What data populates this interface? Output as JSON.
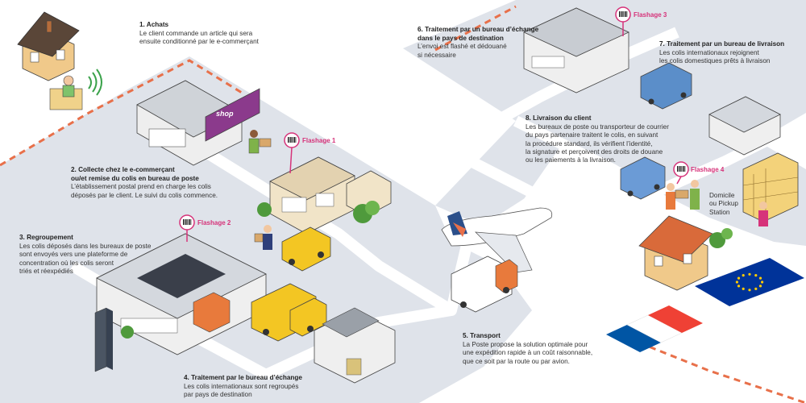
{
  "steps": [
    {
      "title": "1. Achats",
      "body": "Le client commande un article qui sera\nensuite conditionné par le e-commerçant"
    },
    {
      "title": "2. Collecte chez le e-commerçant\nou/et remise du colis en bureau de poste",
      "body": "L’établissement postal prend en charge les colis\ndéposés par le client. Le suivi du colis commence."
    },
    {
      "title": "3.  Regroupement",
      "body": "Les colis déposés dans les bureaux de poste\nsont envoyés vers une plateforme de\nconcentration où les colis seront\ntriés et réexpédiés"
    },
    {
      "title": "4. Traitement par le bureau d’échange",
      "body": "Les colis internationaux sont regroupés\npar pays de destination"
    },
    {
      "title": "5. Transport",
      "body": "La Poste propose la solution optimale pour\nune expédition rapide à un coût raisonnable,\nque ce soit par la route ou par avion."
    },
    {
      "title": "6. Traitement par un bureau d’échange\ndans le pays de destination",
      "body": "L’envoi est flashé et dédouané\nsi nécessaire"
    },
    {
      "title": "7. Traitement par un bureau de livraison",
      "body": "Les colis internationaux rejoignent\nles colis domestiques prêts à livraison"
    },
    {
      "title": "8. Livraison du client",
      "body": "Les bureaux de poste ou transporteur de courrier\ndu pays partenaire traitent le colis, en suivant\nla procédure standard, ils vérifient l’identité,\nla signature et perçoivent des droits de douane\nou les paiements à la livraison."
    }
  ],
  "flashages": [
    "Flashage 1",
    "Flashage 2",
    "Flashage 3",
    "Flashage 4"
  ],
  "shop_sign": "shop",
  "pickup_label": "Domicile\nou Pickup\nStation",
  "colors": {
    "road": "#dfe3ea",
    "road_edge": "#ffffff",
    "border_dash": "#e8704a",
    "flash_pink": "#d6337a",
    "poste_yellow": "#f3c623",
    "eu_blue": "#003399",
    "eu_star": "#ffcc00",
    "fr_blue": "#0055a4",
    "fr_red": "#ef4135"
  },
  "icons": [
    "barcode-icon",
    "house-icon",
    "shop-icon",
    "post-office-icon",
    "warehouse-icon",
    "truck-icon",
    "van-icon",
    "airplane-icon",
    "locker-icon",
    "tree-icon",
    "eu-flag-icon",
    "french-flag-icon",
    "wifi-icon",
    "person-icon"
  ]
}
